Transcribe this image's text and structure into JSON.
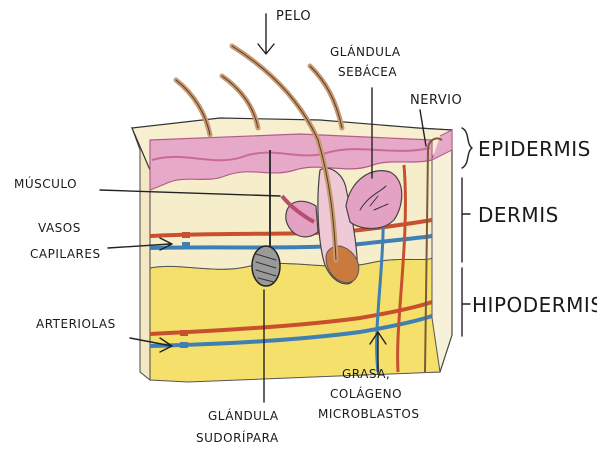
{
  "labels": {
    "pelo": "PELO",
    "glandula_sebacea_1": "GLÁNDULA",
    "glandula_sebacea_2": "SEBÁCEA",
    "nervio": "NERVIO",
    "epidermis": "EPIDERMIS",
    "dermis": "DERMIS",
    "hipodermis": "HIPODERMIS",
    "musculo": "MÚSCULO",
    "vasos_1": "VASOS",
    "vasos_2": "CAPILARES",
    "arteriolas": "ARTERIOLAS",
    "grasa_1": "GRASA,",
    "grasa_2": "COLÁGENO",
    "grasa_3": "MICROBLASTOS",
    "sudoripara_1": "GLÁNDULA",
    "sudoripara_2": "SUDORÍPARA"
  },
  "colors": {
    "epidermis": "#e7a9c8",
    "epidermis_dark": "#c96a9c",
    "dermis": "#f6eecb",
    "hipodermis": "#f4e06a",
    "artery": "#c8502e",
    "vein": "#3f7fb4",
    "hair_bulb": "#c97a3c",
    "gland": "#e3a2c4"
  }
}
